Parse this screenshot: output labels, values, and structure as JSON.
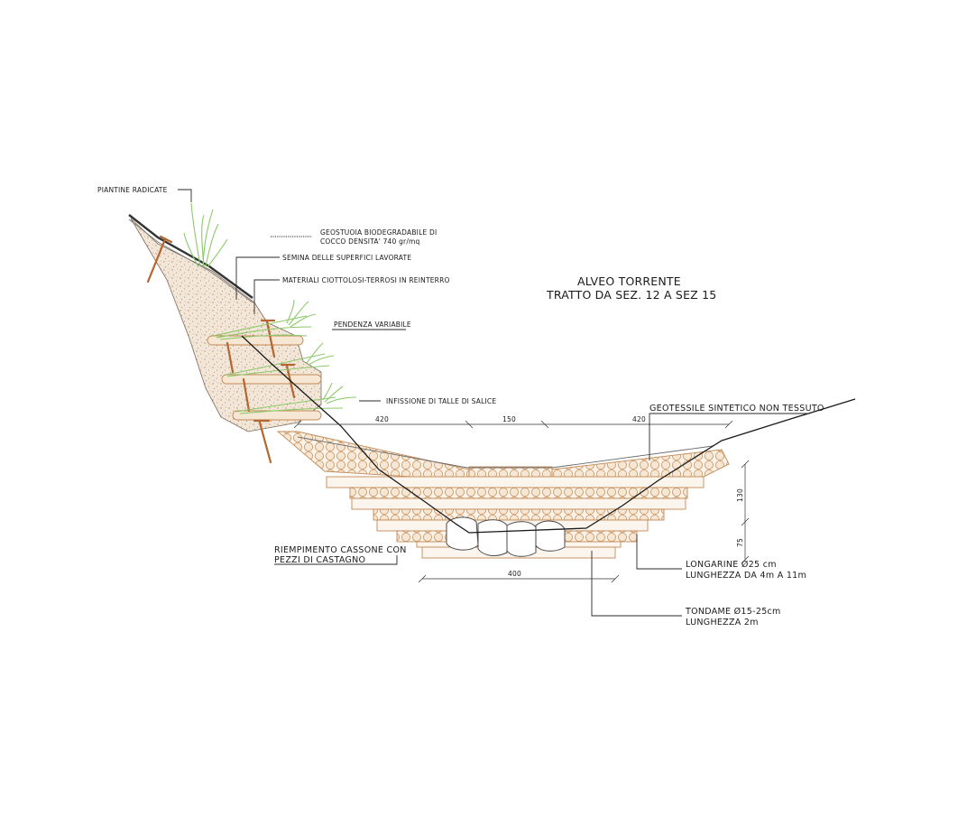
{
  "title": {
    "line1": "ALVEO TORRENTE",
    "line2": "TRATTO DA SEZ. 12 A SEZ 15"
  },
  "labels": {
    "piantine": "PIANTINE RADICATE",
    "geostuoia_1": "GEOSTUOIA BIODEGRADABILE DI",
    "geostuoia_2": "COCCO DENSITA' 740 gr/mq",
    "semina": "SEMINA DELLE SUPERFICI LAVORATE",
    "materiali": "MATERIALI CIOTTOLOSI-TERROSI IN REINTERRO",
    "pendenza": "PENDENZA VARIABILE",
    "infissione": "INFISSIONE DI TALLE DI SALICE",
    "geotessile": "GEOTESSILE SINTETICO NON TESSUTO",
    "riempimento_1": "RIEMPIMENTO CASSONE CON",
    "riempimento_2": "PEZZI DI CASTAGNO",
    "longarine_1": "LONGARINE Ø25 cm",
    "longarine_2": "LUNGHEZZA DA 4m A 11m",
    "tondame_1": "TONDAME Ø15-25cm",
    "tondame_2": "LUNGHEZZA 2m"
  },
  "dimensions": {
    "top_left": "420",
    "top_center": "150",
    "top_right": "420",
    "bottom": "400",
    "vertical_upper": "130",
    "vertical_lower": "75"
  },
  "colors": {
    "timber": "#c28a56",
    "timber_fill": "#f2e2cf",
    "fill_soil": "#f0e6d8",
    "stakes": "#b5652f",
    "vegetation": "#8cc96a",
    "lines": "#1a1a1a"
  }
}
